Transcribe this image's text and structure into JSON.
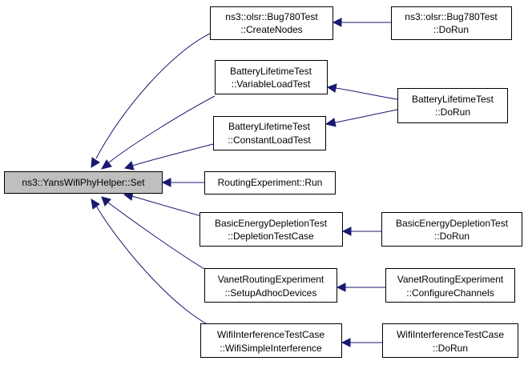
{
  "nodes": {
    "root": {
      "label": "ns3::YansWifiPhyHelper::Set"
    },
    "bug780_create": {
      "line1": "ns3::olsr::Bug780Test",
      "line2": "::CreateNodes"
    },
    "bug780_dorun": {
      "line1": "ns3::olsr::Bug780Test",
      "line2": "::DoRun"
    },
    "battery_variable": {
      "line1": "BatteryLifetimeTest",
      "line2": "::VariableLoadTest"
    },
    "battery_constant": {
      "line1": "BatteryLifetimeTest",
      "line2": "::ConstantLoadTest"
    },
    "battery_dorun": {
      "line1": "BatteryLifetimeTest",
      "line2": "::DoRun"
    },
    "routing_run": {
      "label": "RoutingExperiment::Run"
    },
    "basic_depletion": {
      "line1": "BasicEnergyDepletionTest",
      "line2": "::DepletionTestCase"
    },
    "basic_dorun": {
      "line1": "BasicEnergyDepletionTest",
      "line2": "::DoRun"
    },
    "vanet_setup": {
      "line1": "VanetRoutingExperiment",
      "line2": "::SetupAdhocDevices"
    },
    "vanet_configure": {
      "line1": "VanetRoutingExperiment",
      "line2": "::ConfigureChannels"
    },
    "wifi_simple": {
      "line1": "WifiInterferenceTestCase",
      "line2": "::WifiSimpleInterference"
    },
    "wifi_dorun": {
      "line1": "WifiInterferenceTestCase",
      "line2": "::DoRun"
    }
  },
  "colors": {
    "edge": "#191970",
    "root_fill": "#bfbfbf",
    "node_fill": "#ffffff",
    "border": "#000000"
  }
}
